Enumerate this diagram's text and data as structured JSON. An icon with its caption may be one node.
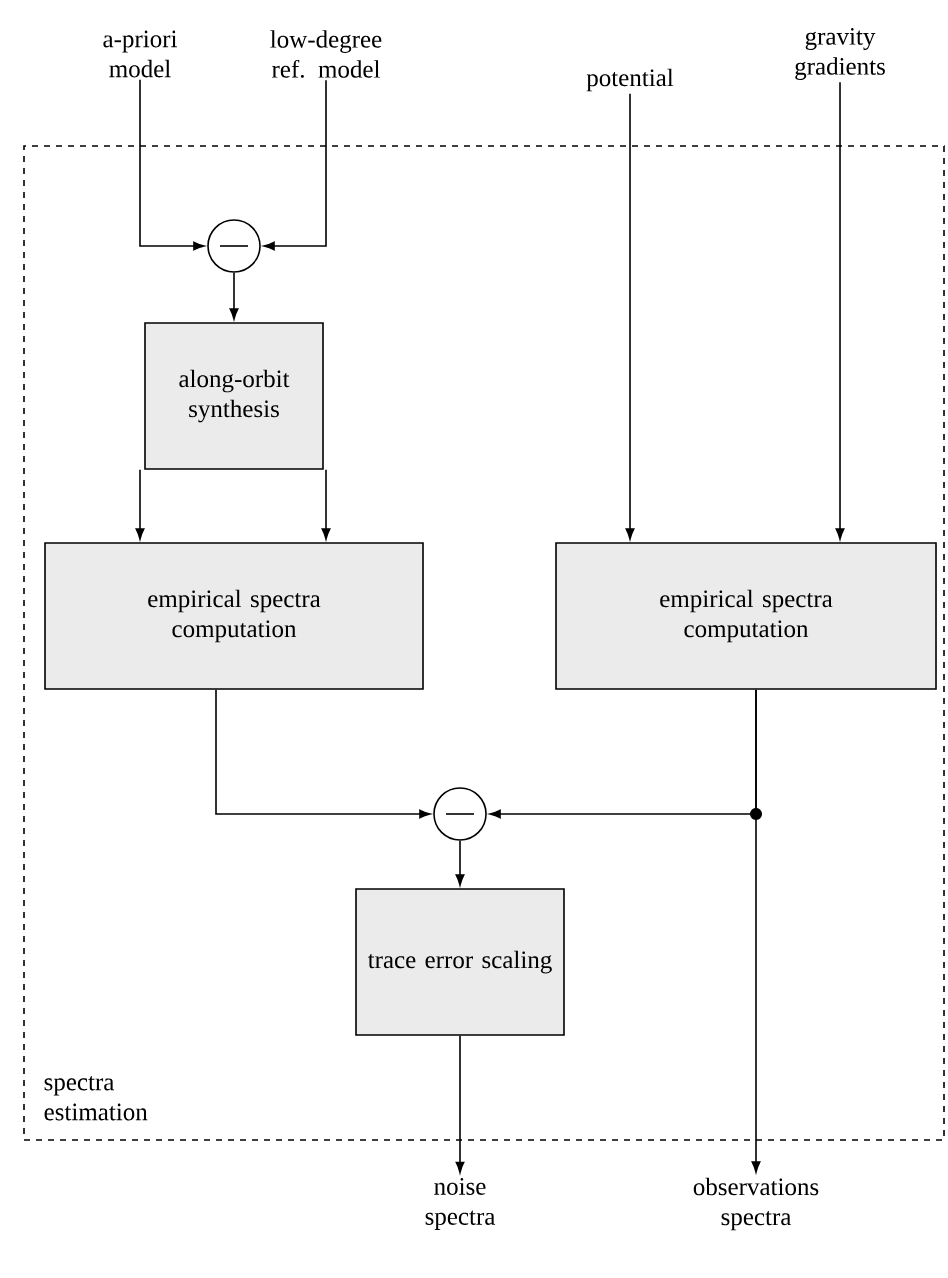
{
  "diagram": {
    "nodes": [
      {
        "text": [
          "a-priori model"
        ]
      },
      {
        "text": [
          "low-degree ref. model"
        ]
      },
      {
        "text": [
          "potential"
        ]
      },
      {
        "text": [
          "gravity gradients"
        ]
      },
      {
        "text": [
          "spectra estimation"
        ]
      },
      {
        "text": [],
        "shape": "circle",
        "in": 4
      },
      {
        "text": [
          "along-orbit synthesis"
        ],
        "in": 4
      },
      {
        "text": [
          "empirical spectra computation"
        ],
        "in": 4
      },
      {
        "text": [
          "empirical spectra computation"
        ],
        "in": 4
      },
      {
        "text": [],
        "shape": "circle",
        "in": 4
      },
      {
        "text": [
          "trace error scaling"
        ],
        "in": 4
      },
      {
        "text": [
          "noise spectra"
        ]
      },
      {
        "text": [
          "observations spectra"
        ]
      }
    ],
    "edges": [
      {
        "from": 0,
        "to": 5,
        "arrow": "to"
      },
      {
        "from": 1,
        "to": 5,
        "arrow": "to"
      },
      {
        "from": 5,
        "to": 6,
        "arrow": "to"
      },
      {
        "from": 6,
        "to": 7,
        "arrow": "to"
      },
      {
        "from": 6,
        "to": 7,
        "arrow": "to"
      },
      {
        "from": 2,
        "to": 8,
        "arrow": "to"
      },
      {
        "from": 3,
        "to": 8,
        "arrow": "to"
      },
      {
        "from": 7,
        "to": 9,
        "arrow": "to"
      },
      {
        "from": 8,
        "to": 9,
        "arrow": "to"
      },
      {
        "from": 8,
        "to": 12,
        "arrow": "to"
      },
      {
        "from": 9,
        "to": 10,
        "arrow": "to"
      },
      {
        "from": 10,
        "to": 11,
        "arrow": "to"
      }
    ]
  }
}
